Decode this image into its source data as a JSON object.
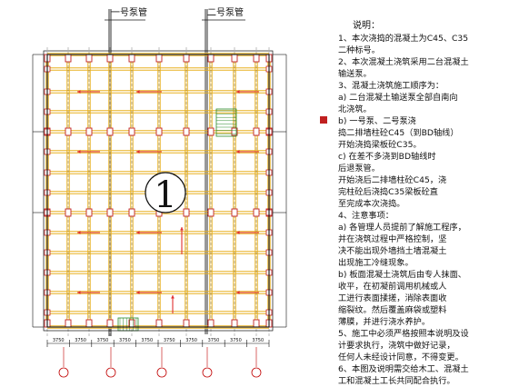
{
  "diagram": {
    "pump_labels": [
      "一号泵管",
      "二号泵管"
    ],
    "zone_label": "1",
    "dimensions_bottom": [
      "3750",
      "3750",
      "3750",
      "3750",
      "3750",
      "3750",
      "3750",
      "3750",
      "3750",
      "3750"
    ],
    "colors": {
      "beam": "#e8b020",
      "column": "#c02020",
      "arrow": "#e03030",
      "grid": "#202020",
      "axis": "#c00000",
      "pump": "#1a1a1a"
    }
  },
  "notes": {
    "title": "说明：",
    "lines": [
      "1、本次浇捣的混凝土为C45、C35",
      "    二种标号。",
      "2、本次混凝土浇筑采用二台混凝土",
      "    输送泵。",
      "3、混凝土浇筑施工顺序为：",
      "    a) 二台混凝土输送泵全部自南向",
      "        北浇筑。",
      "    b) 一号泵、二号泵浇",
      "        捣二排墙柱砼C45（到BD轴线）",
      "        开始浇捣梁板砼C35。",
      "    c) 在差不多浇到BD轴线时",
      "        后退泵管。",
      "        开始浇后二排墙柱砼C45，浇",
      "        完柱砼后浇捣C35梁板砼直",
      "        至完成本次浇捣。",
      "4、注意事项：",
      "    a) 各管理人员提前了解施工程序，",
      "        并在浇筑过程中严格控制，坚",
      "        决不能出现外墙挡土墙混凝土",
      "        出现施工冷缝现象。",
      "    b) 板面混凝土浇筑后由专人抹面、",
      "        收平，在初凝前调用机械或人",
      "        工进行表面揉搓，消除表面收",
      "        缩裂纹。然后覆盖麻袋或塑料",
      "        薄膜，并进行浇水养护。",
      "5、施工中必须严格按照本说明及设",
      "    计要求执行，浇筑中做好记录，",
      "    任何人未经设计同意，不得变更。",
      "6、本图及说明需交给木工、混凝土",
      "    工和混凝土工长共同配合执行。"
    ]
  }
}
